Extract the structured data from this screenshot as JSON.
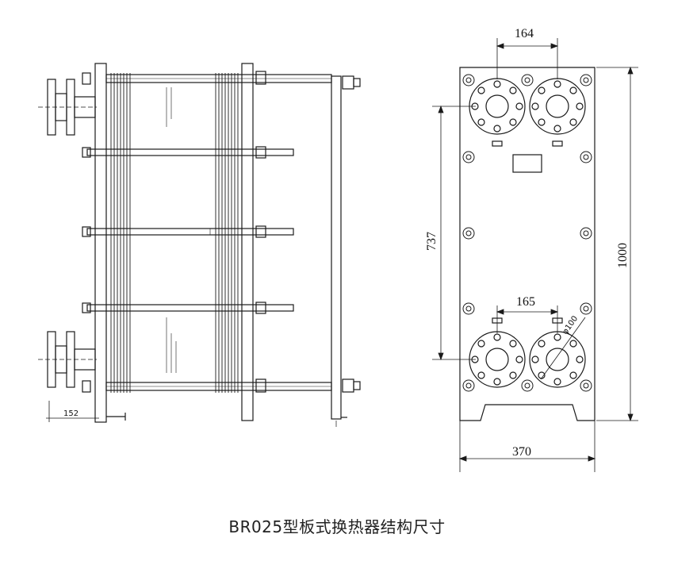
{
  "caption": "BR025型板式换热器结构尺寸",
  "dimensions": {
    "port_spacing_top": "164",
    "port_spacing_bottom": "165",
    "plate_height": "1000",
    "port_centers_vertical": "737",
    "plate_width": "370",
    "side_offset": "152",
    "port_diameter_label": "φ100"
  },
  "colors": {
    "line": "#1a1a1a",
    "background": "#ffffff"
  }
}
